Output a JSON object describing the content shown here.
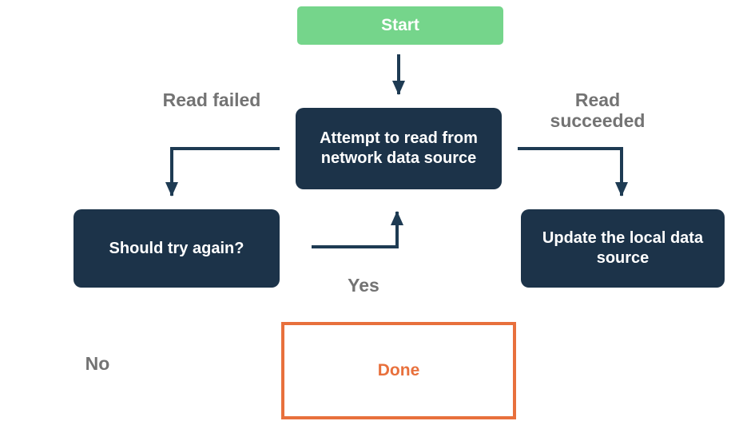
{
  "diagram": {
    "title": "Network data source read flowchart",
    "colors": {
      "background": "#ffffff",
      "start_fill": "#75D58B",
      "node_fill": "#1C3349",
      "node_text": "#ffffff",
      "arrow": "#1E3B53",
      "edge_label_text": "#737373",
      "done_accent": "#E8703C"
    },
    "nodes": {
      "start": {
        "label": "Start"
      },
      "attempt": {
        "label": "Attempt to read from network data source"
      },
      "retry": {
        "label": "Should try again?"
      },
      "update": {
        "label": "Update the local data source"
      },
      "done": {
        "label": "Done"
      }
    },
    "edge_labels": {
      "read_failed": "Read failed",
      "read_succeeded": "Read succeeded",
      "yes": "Yes",
      "no": "No"
    },
    "edges": [
      {
        "from": "start",
        "to": "attempt",
        "label": ""
      },
      {
        "from": "attempt",
        "to": "retry",
        "label": "Read failed"
      },
      {
        "from": "attempt",
        "to": "update",
        "label": "Read succeeded"
      },
      {
        "from": "retry",
        "to": "attempt",
        "label": "Yes"
      },
      {
        "from": "retry",
        "to": "done",
        "label": "No"
      }
    ]
  }
}
